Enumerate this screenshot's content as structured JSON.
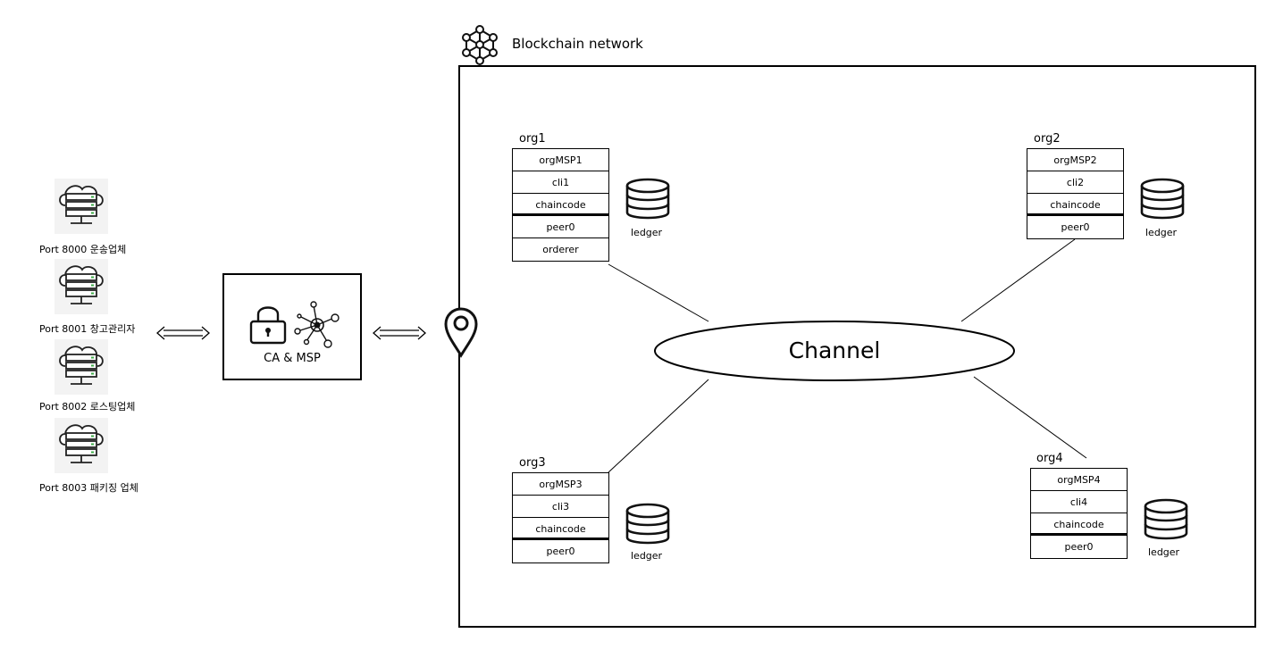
{
  "servers": [
    {
      "label": "Port 8000 운송업체"
    },
    {
      "label": "Port 8001 창고관리자"
    },
    {
      "label": "Port 8002 로스팅업체"
    },
    {
      "label": "Port 8003 패키징 업체"
    }
  ],
  "ca": {
    "label": "CA & MSP"
  },
  "network": {
    "title": "Blockchain network"
  },
  "channel": {
    "label": "Channel"
  },
  "orgs": [
    {
      "name": "org1",
      "rows": [
        "orgMSP1",
        "cli1",
        "chaincode",
        "peer0",
        "orderer"
      ],
      "ledger": "ledger"
    },
    {
      "name": "org2",
      "rows": [
        "orgMSP2",
        "cli2",
        "chaincode",
        "peer0"
      ],
      "ledger": "ledger"
    },
    {
      "name": "org3",
      "rows": [
        "orgMSP3",
        "cli3",
        "chaincode",
        "peer0"
      ],
      "ledger": "ledger"
    },
    {
      "name": "org4",
      "rows": [
        "orgMSP4",
        "cli4",
        "chaincode",
        "peer0"
      ],
      "ledger": "ledger"
    }
  ]
}
